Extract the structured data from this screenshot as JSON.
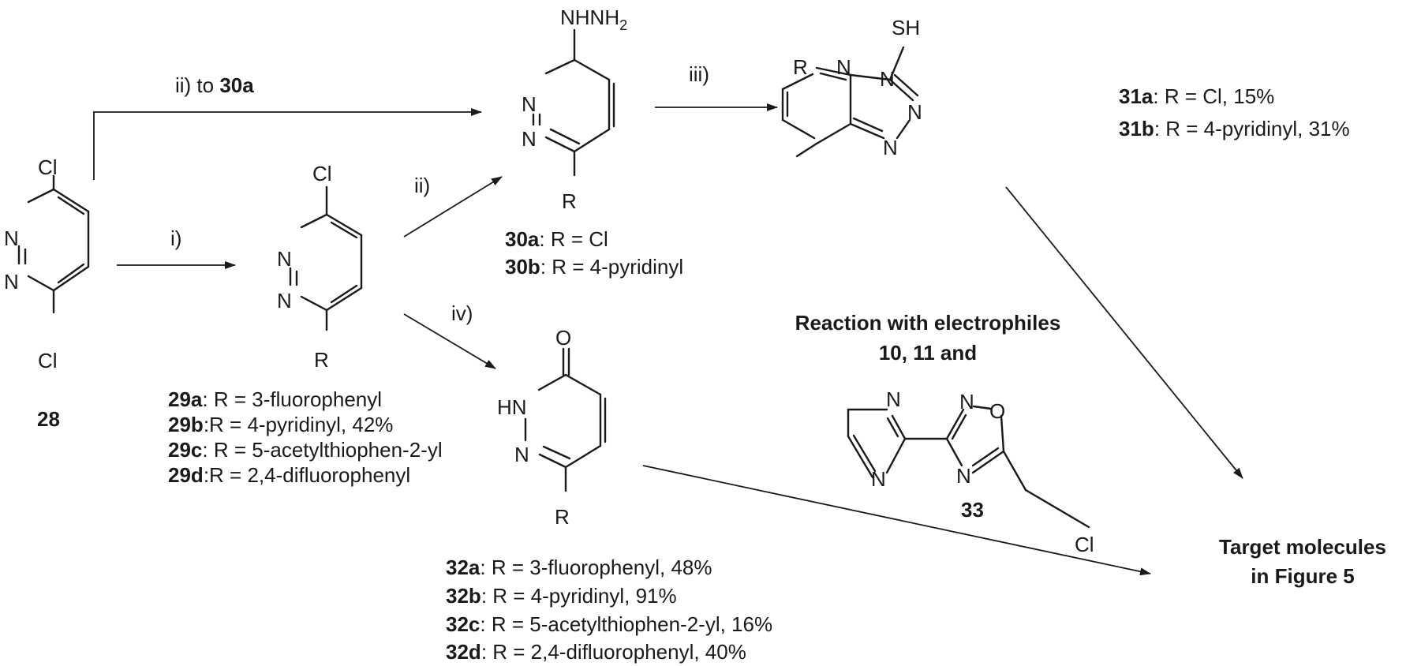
{
  "compounds": {
    "c28": {
      "id": "28",
      "atoms": {
        "cl_top": "Cl",
        "cl_bottom": "Cl",
        "n1": "N",
        "n2": "N"
      }
    },
    "c29": {
      "atoms": {
        "cl": "Cl",
        "n1": "N",
        "n2": "N",
        "r": "R"
      },
      "entries": [
        {
          "id": "29a",
          "text": ": R = 3-fluorophenyl"
        },
        {
          "id": "29b",
          "text": ":R = 4-pyridinyl, 42%"
        },
        {
          "id": "29c",
          "text": ": R = 5-acetylthiophen-2-yl"
        },
        {
          "id": "29d",
          "text": ":R = 2,4-difluorophenyl"
        }
      ]
    },
    "c30": {
      "atoms": {
        "hydrazine": "NHNH",
        "hydrazine_sub": "2",
        "n1": "N",
        "n2": "N",
        "r": "R"
      },
      "entries": [
        {
          "id": "30a",
          "text": ": R = Cl"
        },
        {
          "id": "30b",
          "text": ": R = 4-pyridinyl"
        }
      ]
    },
    "c31": {
      "atoms": {
        "sh": "SH",
        "r": "R",
        "n_a": "N",
        "n_b": "N",
        "n_c": "N",
        "n_d": "N"
      },
      "entries": [
        {
          "id": "31a",
          "text": ": R = Cl, 15%"
        },
        {
          "id": "31b",
          "text": ": R = 4-pyridinyl, 31%"
        }
      ]
    },
    "c32": {
      "atoms": {
        "o": "O",
        "hn": "HN",
        "n": "N",
        "r": "R"
      },
      "entries": [
        {
          "id": "32a",
          "text": ": R = 3-fluorophenyl, 48%"
        },
        {
          "id": "32b",
          "text": ": R = 4-pyridinyl, 91%"
        },
        {
          "id": "32c",
          "text": ": R = 5-acetylthiophen-2-yl, 16%"
        },
        {
          "id": "32d",
          "text": ": R = 2,4-difluorophenyl, 40%"
        }
      ]
    },
    "c33": {
      "id": "33",
      "atoms": {
        "n_pyr1": "N",
        "n_pyr2": "N",
        "n_ox1": "N",
        "o_ox": "O",
        "n_ox2": "N",
        "cl": "Cl"
      }
    }
  },
  "arrows": {
    "step_i": "i)",
    "step_ii": "ii)",
    "step_ii_to_prefix": "ii) to ",
    "step_ii_to_target": "30a",
    "step_iii": "iii)",
    "step_iv": "iv)"
  },
  "electrophile_note": {
    "line1": "Reaction with electrophiles",
    "line2": "10, 11 and"
  },
  "target": {
    "line1": "Target molecules",
    "line2": "in Figure 5"
  }
}
